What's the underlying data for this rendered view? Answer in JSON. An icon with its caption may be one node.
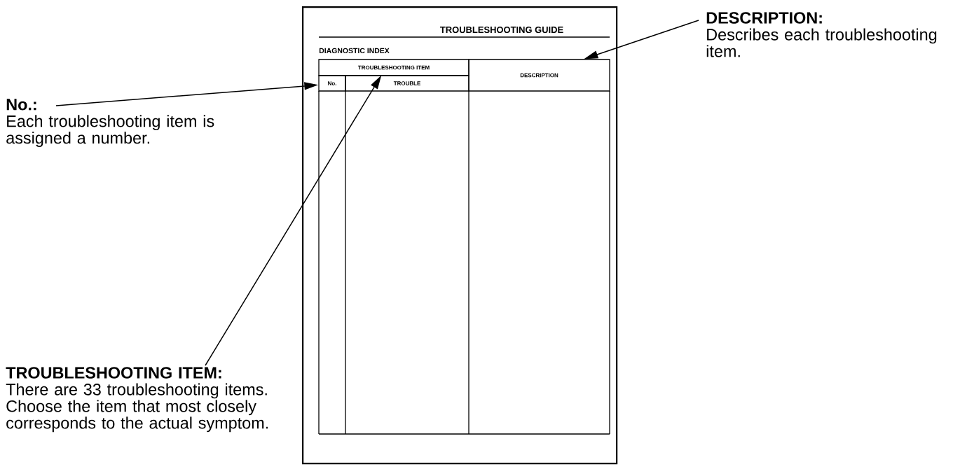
{
  "diagram": {
    "nodes": [
      {
        "text": [
          "TROUBLESHOOTING GUIDE",
          "DIAGNOSTIC INDEX"
        ]
      },
      {
        "text": [
          "TROUBLESHOOTING ITEM"
        ],
        "in": 0
      },
      {
        "text": [
          "No."
        ],
        "in": 0
      },
      {
        "text": [
          "TROUBLE"
        ],
        "in": 0
      },
      {
        "text": [
          "DESCRIPTION"
        ],
        "in": 0
      },
      {
        "text": [
          "No.:",
          "Each troubleshooting item is assigned a number."
        ]
      },
      {
        "text": [
          "TROUBLESHOOTING ITEM:",
          "There are 33 troubleshooting items. Choose the item that most closely corresponds to the actual symptom."
        ]
      },
      {
        "text": [
          "DESCRIPTION:",
          "Describes each troubleshooting item."
        ]
      }
    ],
    "edges": [
      {
        "from": 5,
        "to": 2,
        "arrow": "to"
      },
      {
        "from": 6,
        "to": 3,
        "arrow": "to"
      },
      {
        "from": 7,
        "to": 4,
        "arrow": "to"
      }
    ]
  }
}
